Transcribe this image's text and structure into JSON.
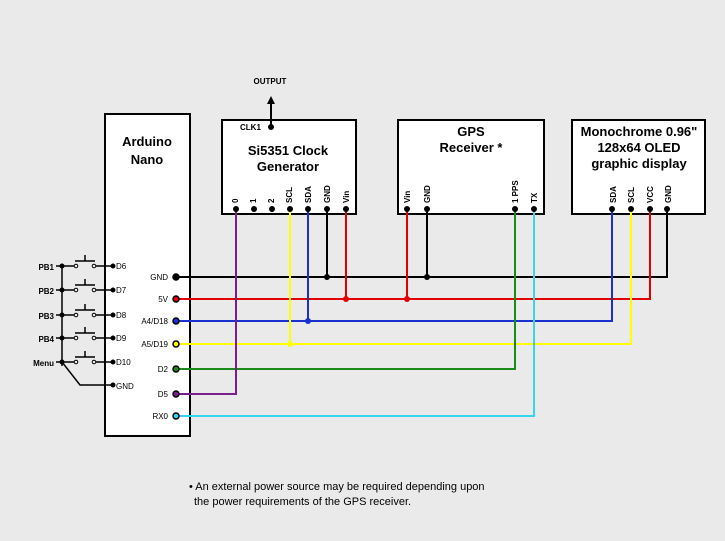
{
  "output_label": "OUTPUT",
  "clk_label": "CLK1",
  "arduino": {
    "title": [
      "Arduino",
      "Nano"
    ],
    "left_pins": [
      "D6",
      "D7",
      "D8",
      "D9",
      "D10",
      "GND"
    ],
    "right_pins": [
      "GND",
      "5V",
      "A4/D18",
      "A5/D19",
      "D2",
      "D5",
      "RX0"
    ]
  },
  "buttons": [
    "PB1",
    "PB2",
    "PB3",
    "PB4",
    "Menu"
  ],
  "si5351": {
    "title": [
      "Si5351 Clock",
      "Generator"
    ],
    "pins": [
      "0",
      "1",
      "2",
      "SCL",
      "SDA",
      "GND",
      "Vin"
    ]
  },
  "gps": {
    "title": [
      "GPS",
      "Receiver *"
    ],
    "pins": [
      "Vin",
      "GND",
      "1 PPS",
      "TX"
    ]
  },
  "oled": {
    "title": [
      "Monochrome 0.96\"",
      "128x64 OLED",
      "graphic display"
    ],
    "pins": [
      "SDA",
      "SCL",
      "VCC",
      "GND"
    ]
  },
  "note": [
    "• An external power source may be required depending upon",
    "the power requirements of the GPS receiver."
  ],
  "colors": {
    "gnd": "#000000",
    "v5": "#e00000",
    "sda": "#1a2fd0",
    "scl": "#ffff00",
    "pps": "#1a8a1a",
    "clk": "#7a1f8a",
    "rx": "#33d6ee"
  }
}
